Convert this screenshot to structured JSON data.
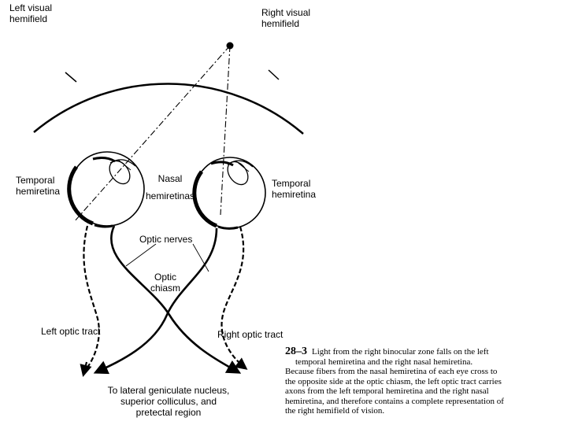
{
  "labels": {
    "left_visual_hemifield": [
      "Left visual",
      "hemifield"
    ],
    "right_visual_hemifield": [
      "Right visual",
      "hemifield"
    ],
    "temporal_hemiretina_left": [
      "Temporal",
      "hemiretina"
    ],
    "nasal_hemiretinas": [
      "Nasal",
      "hemiretinas"
    ],
    "temporal_hemiretina_right": [
      "Temporal",
      "hemiretina"
    ],
    "optic_nerves": "Optic nerves",
    "optic_chiasm": [
      "Optic",
      "chiasm"
    ],
    "left_optic_tract": "Left optic tract",
    "right_optic_tract": "Right optic tract",
    "target_nuclei": [
      "To lateral geniculate nucleus,",
      "superior colliculus, and",
      "pretectal region"
    ]
  },
  "caption": {
    "figure_number": "28–3",
    "lines": [
      "Light from the right binocular zone falls on the left",
      "temporal hemiretina and the right nasal hemiretina.",
      "Because fibers from the nasal hemiretina of each eye cross to",
      "the opposite side at the optic chiasm, the left optic tract carries",
      "axons from the left temporal hemiretina and the right nasal",
      "hemiretina, and therefore contains a complete representation of",
      "the right hemifield of vision."
    ]
  }
}
